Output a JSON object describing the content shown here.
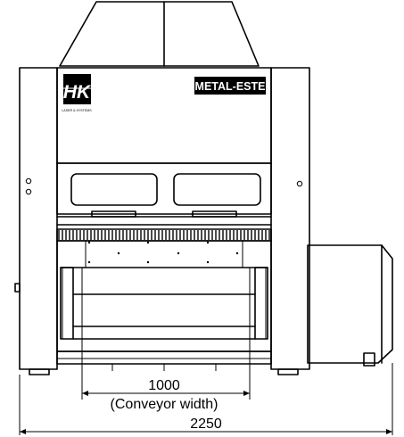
{
  "logo": {
    "mark": "HK",
    "tagline": "LASER & SYSTEMS"
  },
  "brand": {
    "text": "METAL-ESTE"
  },
  "dimensions": {
    "conveyor_value": "1000",
    "conveyor_caption": "(Conveyor width)",
    "overall_value": "2250"
  }
}
